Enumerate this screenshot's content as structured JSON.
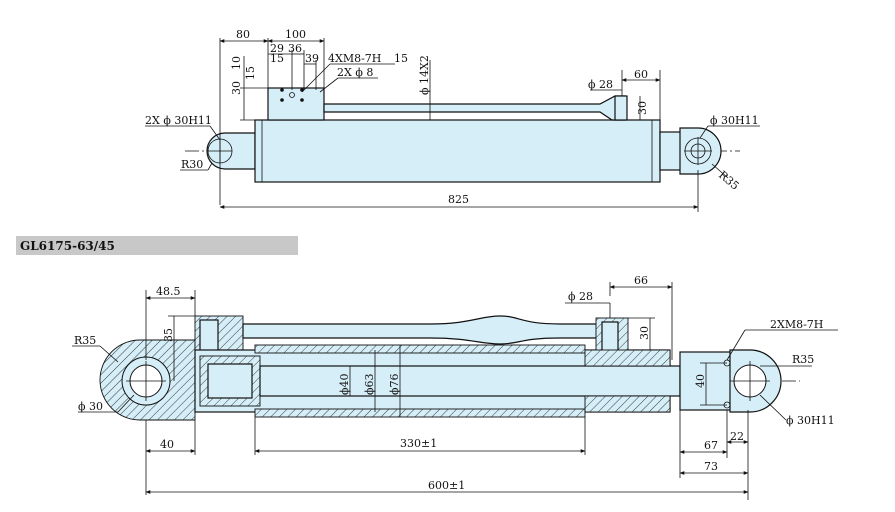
{
  "top_view": {
    "dims": {
      "d80": "80",
      "d100": "100",
      "d29": "29",
      "d36": "36",
      "d39": "39",
      "d15a": "15",
      "d10": "10",
      "d30v": "30",
      "d15b": "15",
      "d14x2": "ϕ 14X2",
      "d28": "ϕ 28",
      "d60": "60",
      "d30r": "30",
      "d825": "825"
    },
    "labels": {
      "mount_holes": "4XM8-7H",
      "mount_depth": "15",
      "pin_holes": "2X ϕ 8",
      "left_bore": "2X ϕ 30H11",
      "left_radius": "R30",
      "right_bore": "ϕ 30H11",
      "right_radius": "R35"
    }
  },
  "section_band": {
    "title": "GL6175-63/45",
    "color": "#c8c8c8"
  },
  "bottom_view": {
    "dims": {
      "d48_5": "48.5",
      "d35": "35",
      "d28": "ϕ 28",
      "d66": "66",
      "d30": "30",
      "d40v": "ϕ40",
      "d63": "ϕ63",
      "d76": "ϕ76",
      "d40": "40",
      "d330": "330±1",
      "d40r": "40",
      "d67": "67",
      "d22": "22",
      "d73": "73",
      "d600": "600±1"
    },
    "labels": {
      "left_radius": "R35",
      "left_bore": "ϕ 30",
      "right_holes": "2XM8-7H",
      "right_radius": "R35",
      "right_bore": "ϕ 30H11"
    }
  },
  "colors": {
    "body_fill": "#d6eef7",
    "line": "#111111"
  }
}
